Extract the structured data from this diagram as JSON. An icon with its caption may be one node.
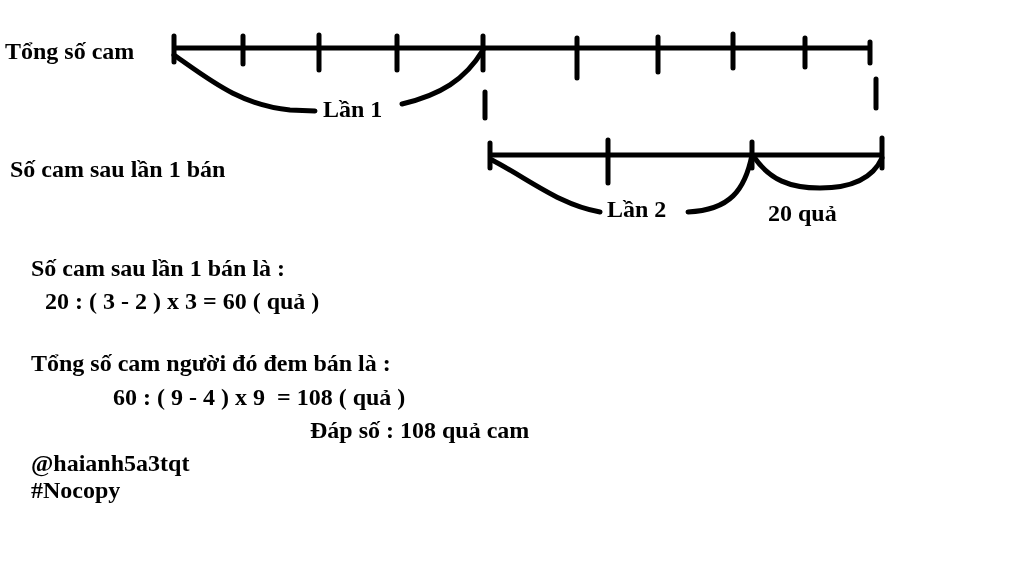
{
  "diagram": {
    "labels": [
      "Tổng số cam",
      "Lần 1",
      "Số cam sau lần 1 bán",
      "Lần 2",
      "20 quả",
      "Số cam sau lần 1 bán là :",
      "20 : ( 3 - 2 ) x 3 = 60 ( quả )",
      "Tổng số cam người đó đem bán là :",
      "60 : ( 9 - 4 ) x 9  = 108 ( quả )",
      "Đáp số : 108 quả cam",
      "@haianh5a3tqt",
      "#Nocopy"
    ]
  }
}
